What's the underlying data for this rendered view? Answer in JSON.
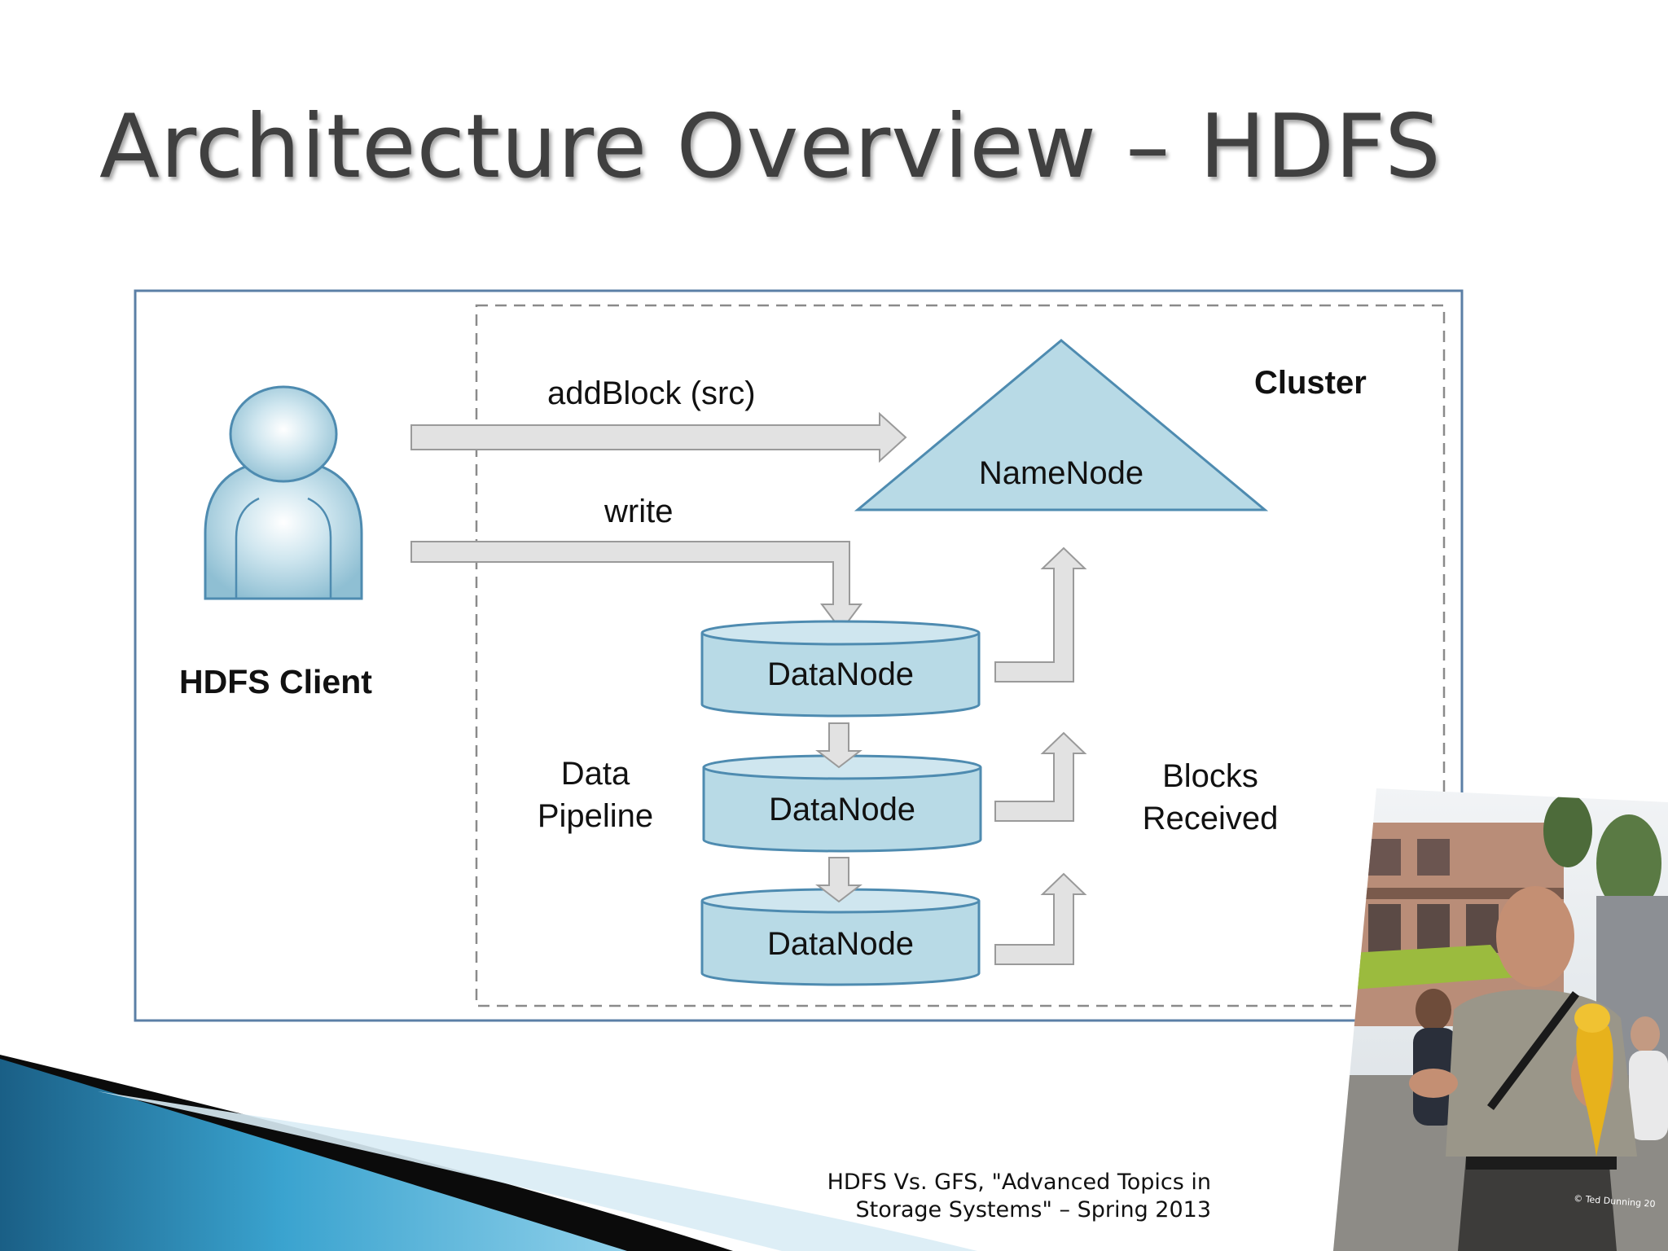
{
  "slide": {
    "title": "Architecture Overview – HDFS",
    "footer_line1": "HDFS Vs. GFS, \"Advanced Topics in",
    "footer_line2": "Storage Systems\" – Spring 2013"
  },
  "diagram": {
    "cluster_label": "Cluster",
    "client_label": "HDFS Client",
    "add_block_label": "addBlock (src)",
    "write_label": "write",
    "namenode_label": "NameNode",
    "datanode_labels": [
      "DataNode",
      "DataNode",
      "DataNode"
    ],
    "pipeline_label": [
      "Data",
      "Pipeline"
    ],
    "blocks_received_label": [
      "Blocks",
      "Received"
    ]
  },
  "photo": {
    "credit": "© Ted Dunning 20"
  },
  "colors": {
    "node_fill": "#b8dae6",
    "node_stroke": "#4e8bb0",
    "arrow_fill": "#e2e2e2",
    "arrow_stroke": "#9a9a9a",
    "frame": "#5b7fa6",
    "accent_blue": "#1f86b3"
  }
}
